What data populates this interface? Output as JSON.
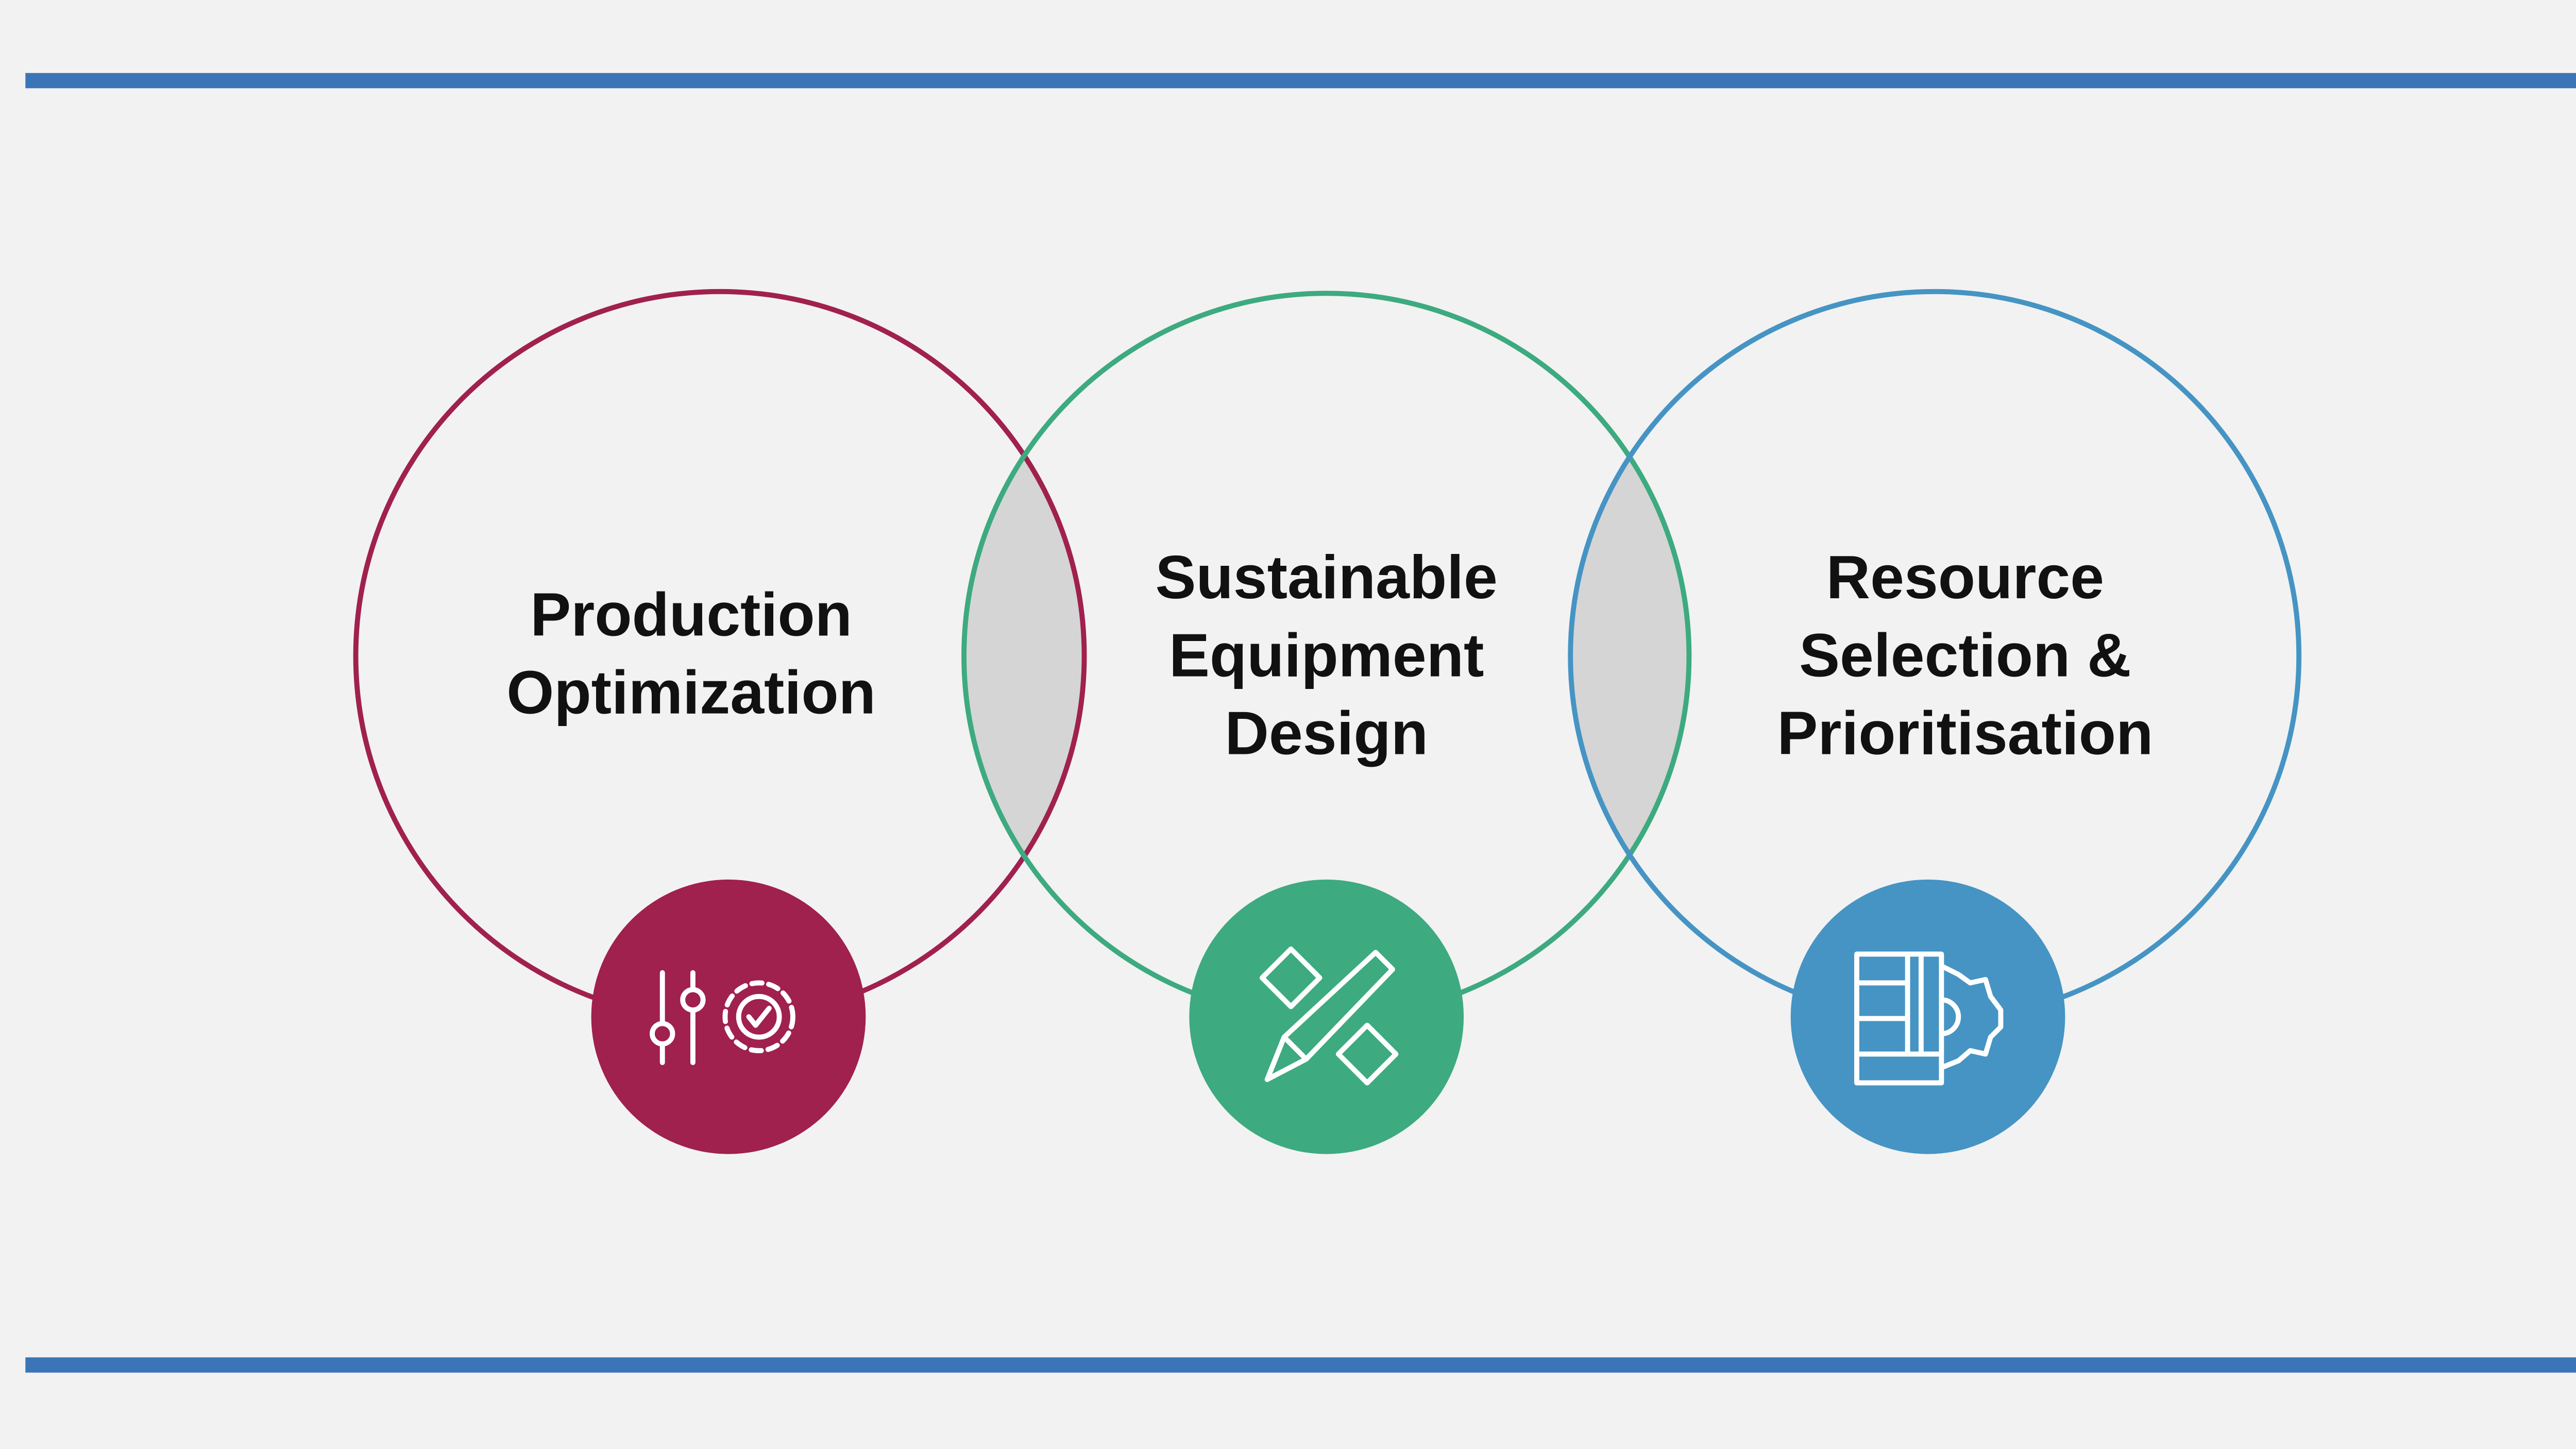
{
  "colors": {
    "rule": "#3B75B7",
    "production": "#A0204E",
    "equipment": "#3DAA80",
    "resource": "#4594C4",
    "overlap": "#D5D5D5",
    "background": "#F2F2F2"
  },
  "circles": [
    {
      "lines": [
        "Production",
        "Optimization"
      ],
      "icon": "sliders-gear-check-icon"
    },
    {
      "lines": [
        "Sustainable",
        "Equipment",
        "Design"
      ],
      "icon": "pencil-ruler-icon"
    },
    {
      "lines": [
        "Resource",
        "Selection &",
        "Prioritisation"
      ],
      "icon": "blueprint-gear-icon"
    }
  ]
}
